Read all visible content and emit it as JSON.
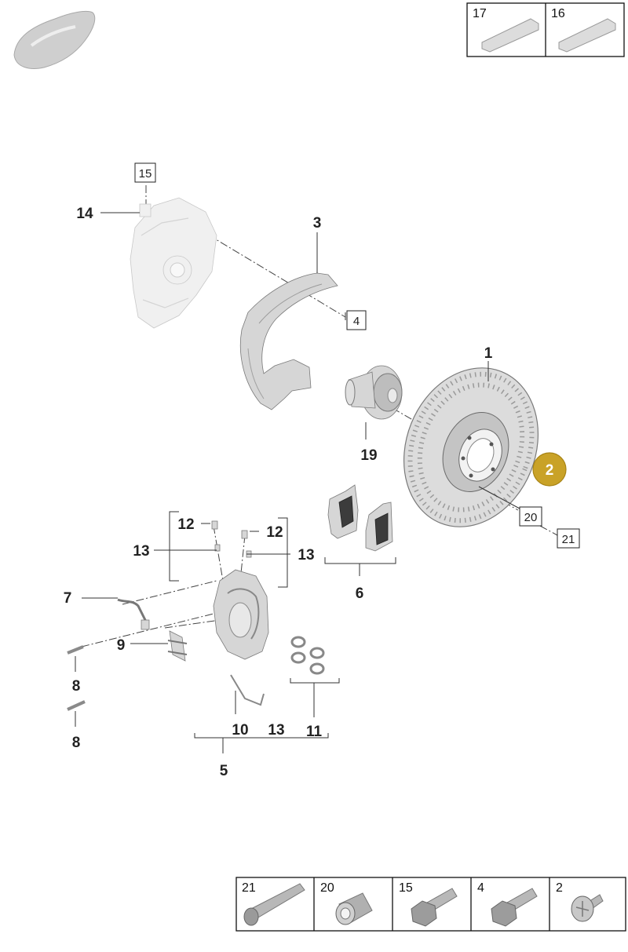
{
  "header_thumbnails": [
    {
      "number": "17",
      "icon": "grease-tube-icon"
    },
    {
      "number": "16",
      "icon": "grease-tube-icon"
    }
  ],
  "callouts": {
    "c1": "1",
    "c2": "2",
    "c3": "3",
    "c4": "4",
    "c5": "5",
    "c6": "6",
    "c7": "7",
    "c8a": "8",
    "c8b": "8",
    "c9": "9",
    "c10": "10",
    "c11": "11",
    "c12a": "12",
    "c12b": "12",
    "c13a": "13",
    "c13b": "13",
    "c13c": "13",
    "c14": "14",
    "c15": "15",
    "c19": "19",
    "c20": "20",
    "c21": "21"
  },
  "highlighted_callout": "2",
  "highlight_color": "#c9a227",
  "fastener_thumbnails": [
    {
      "number": "21",
      "icon": "long-bolt-icon"
    },
    {
      "number": "20",
      "icon": "sleeve-nut-icon"
    },
    {
      "number": "15",
      "icon": "hex-flange-bolt-icon"
    },
    {
      "number": "4",
      "icon": "hex-flange-bolt-icon"
    },
    {
      "number": "2",
      "icon": "countersunk-screw-icon"
    }
  ]
}
